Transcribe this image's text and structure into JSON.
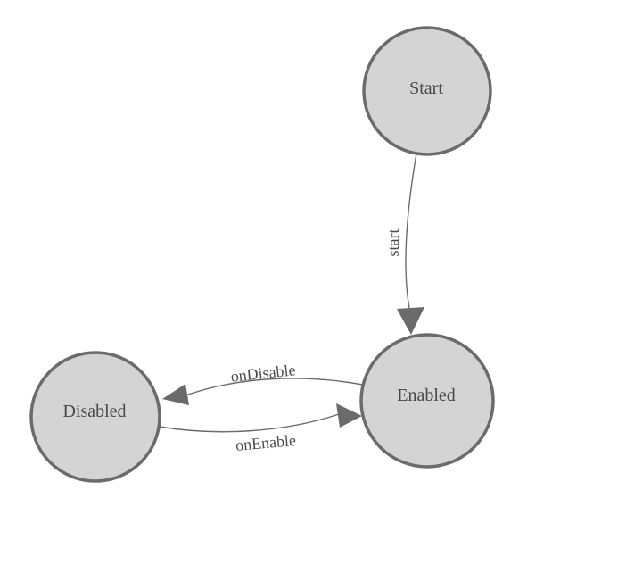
{
  "diagram": {
    "type": "state-machine",
    "background_color": "#ffffff",
    "node_fill_color": "#d4d4d4",
    "node_border_color": "#6b6b6b",
    "edge_color": "#6b6b6b",
    "node_label_color": "#484848",
    "edge_label_color": "#4c4c4c",
    "nodes": [
      {
        "id": "start",
        "label": "Start"
      },
      {
        "id": "enabled",
        "label": "Enabled"
      },
      {
        "id": "disabled",
        "label": "Disabled"
      }
    ],
    "edges": [
      {
        "id": "start-to-enabled",
        "label": "start",
        "from": "Start",
        "to": "Enabled"
      },
      {
        "id": "enabled-to-disabled",
        "label": "onDisable",
        "from": "Enabled",
        "to": "Disabled"
      },
      {
        "id": "disabled-to-enabled",
        "label": "onEnable",
        "from": "Disabled",
        "to": "Enabled"
      }
    ]
  }
}
